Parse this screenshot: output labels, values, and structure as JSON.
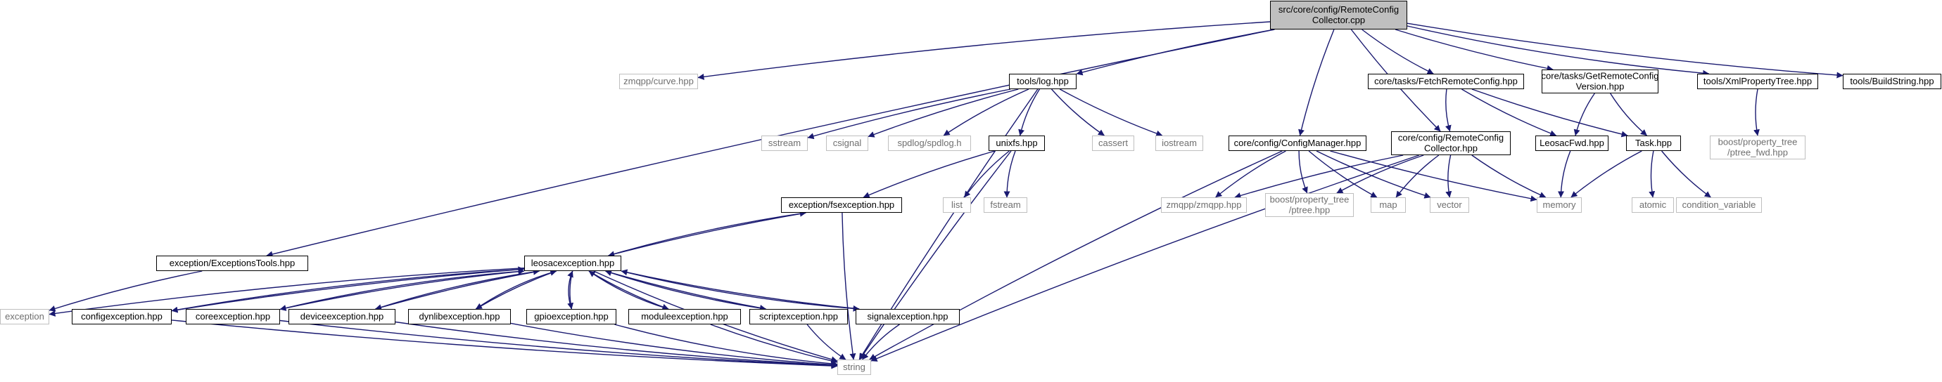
{
  "diagram": {
    "type": "include-dependency-graph",
    "colors": {
      "edge": "#191970",
      "root_fill": "#bfbfbf",
      "internal_border": "#000000",
      "external_border": "#bfbfbf",
      "external_text": "#6f6f6f"
    },
    "nodes": [
      {
        "id": "root",
        "lines": [
          "src/core/config/RemoteConfig",
          "Collector.cpp"
        ],
        "kind": "root"
      },
      {
        "id": "curve",
        "lines": [
          "zmqpp/curve.hpp"
        ],
        "kind": "external"
      },
      {
        "id": "ExceptionsTools",
        "lines": [
          "exception/ExceptionsTools.hpp"
        ],
        "kind": "internal"
      },
      {
        "id": "log",
        "lines": [
          "tools/log.hpp"
        ],
        "kind": "internal"
      },
      {
        "id": "ConfigManager",
        "lines": [
          "core/config/ConfigManager.hpp"
        ],
        "kind": "internal"
      },
      {
        "id": "RCCollectorHpp",
        "lines": [
          "core/config/RemoteConfig",
          "Collector.hpp"
        ],
        "kind": "internal"
      },
      {
        "id": "FetchRemoteConfig",
        "lines": [
          "core/tasks/FetchRemoteConfig.hpp"
        ],
        "kind": "internal"
      },
      {
        "id": "GetRemoteConfigVersion",
        "lines": [
          "core/tasks/GetRemoteConfig",
          "Version.hpp"
        ],
        "kind": "internal"
      },
      {
        "id": "XmlPropertyTree",
        "lines": [
          "tools/XmlPropertyTree.hpp"
        ],
        "kind": "internal"
      },
      {
        "id": "BuildString",
        "lines": [
          "tools/BuildString.hpp"
        ],
        "kind": "internal"
      },
      {
        "id": "ptree_fwd",
        "lines": [
          "boost/property_tree",
          "/ptree_fwd.hpp"
        ],
        "kind": "external"
      },
      {
        "id": "sstream",
        "lines": [
          "sstream"
        ],
        "kind": "external"
      },
      {
        "id": "csignal",
        "lines": [
          "csignal"
        ],
        "kind": "external"
      },
      {
        "id": "spdlog",
        "lines": [
          "spdlog/spdlog.h"
        ],
        "kind": "external"
      },
      {
        "id": "unixfs",
        "lines": [
          "unixfs.hpp"
        ],
        "kind": "internal"
      },
      {
        "id": "cassert",
        "lines": [
          "cassert"
        ],
        "kind": "external"
      },
      {
        "id": "iostream",
        "lines": [
          "iostream"
        ],
        "kind": "external"
      },
      {
        "id": "zmqpp",
        "lines": [
          "zmqpp/zmqpp.hpp"
        ],
        "kind": "external"
      },
      {
        "id": "ptree",
        "lines": [
          "boost/property_tree",
          "/ptree.hpp"
        ],
        "kind": "external"
      },
      {
        "id": "map",
        "lines": [
          "map"
        ],
        "kind": "external"
      },
      {
        "id": "vector",
        "lines": [
          "vector"
        ],
        "kind": "external"
      },
      {
        "id": "memory",
        "lines": [
          "memory"
        ],
        "kind": "external"
      },
      {
        "id": "LeosacFwd",
        "lines": [
          "LeosacFwd.hpp"
        ],
        "kind": "internal"
      },
      {
        "id": "Task",
        "lines": [
          "Task.hpp"
        ],
        "kind": "internal"
      },
      {
        "id": "atomic",
        "lines": [
          "atomic"
        ],
        "kind": "external"
      },
      {
        "id": "condition_variable",
        "lines": [
          "condition_variable"
        ],
        "kind": "external"
      },
      {
        "id": "list",
        "lines": [
          "list"
        ],
        "kind": "external"
      },
      {
        "id": "fstream",
        "lines": [
          "fstream"
        ],
        "kind": "external"
      },
      {
        "id": "fsexception",
        "lines": [
          "exception/fsexception.hpp"
        ],
        "kind": "internal"
      },
      {
        "id": "leosacexception",
        "lines": [
          "leosacexception.hpp"
        ],
        "kind": "internal"
      },
      {
        "id": "exception",
        "lines": [
          "exception"
        ],
        "kind": "external"
      },
      {
        "id": "configexception",
        "lines": [
          "configexception.hpp"
        ],
        "kind": "internal"
      },
      {
        "id": "coreexception",
        "lines": [
          "coreexception.hpp"
        ],
        "kind": "internal"
      },
      {
        "id": "deviceexception",
        "lines": [
          "deviceexception.hpp"
        ],
        "kind": "internal"
      },
      {
        "id": "dynlibexception",
        "lines": [
          "dynlibexception.hpp"
        ],
        "kind": "internal"
      },
      {
        "id": "gpioexception",
        "lines": [
          "gpioexception.hpp"
        ],
        "kind": "internal"
      },
      {
        "id": "moduleexception",
        "lines": [
          "moduleexception.hpp"
        ],
        "kind": "internal"
      },
      {
        "id": "scriptexception",
        "lines": [
          "scriptexception.hpp"
        ],
        "kind": "internal"
      },
      {
        "id": "signalexception",
        "lines": [
          "signalexception.hpp"
        ],
        "kind": "internal"
      },
      {
        "id": "string",
        "lines": [
          "string"
        ],
        "kind": "external"
      }
    ],
    "edges": [
      [
        "root",
        "curve"
      ],
      [
        "root",
        "ExceptionsTools"
      ],
      [
        "root",
        "log"
      ],
      [
        "root",
        "ConfigManager"
      ],
      [
        "root",
        "RCCollectorHpp"
      ],
      [
        "root",
        "FetchRemoteConfig"
      ],
      [
        "root",
        "GetRemoteConfigVersion"
      ],
      [
        "root",
        "XmlPropertyTree"
      ],
      [
        "root",
        "BuildString"
      ],
      [
        "XmlPropertyTree",
        "ptree_fwd"
      ],
      [
        "log",
        "sstream"
      ],
      [
        "log",
        "csignal"
      ],
      [
        "log",
        "spdlog"
      ],
      [
        "log",
        "unixfs"
      ],
      [
        "log",
        "cassert"
      ],
      [
        "log",
        "iostream"
      ],
      [
        "log",
        "string"
      ],
      [
        "unixfs",
        "list"
      ],
      [
        "unixfs",
        "fstream"
      ],
      [
        "unixfs",
        "fsexception"
      ],
      [
        "unixfs",
        "string"
      ],
      [
        "fsexception",
        "leosacexception"
      ],
      [
        "fsexception",
        "string"
      ],
      [
        "leosacexception",
        "fsexception"
      ],
      [
        "leosacexception",
        "exception"
      ],
      [
        "leosacexception",
        "string"
      ],
      [
        "leosacexception",
        "configexception"
      ],
      [
        "leosacexception",
        "coreexception"
      ],
      [
        "leosacexception",
        "deviceexception"
      ],
      [
        "leosacexception",
        "dynlibexception"
      ],
      [
        "leosacexception",
        "gpioexception"
      ],
      [
        "leosacexception",
        "moduleexception"
      ],
      [
        "leosacexception",
        "scriptexception"
      ],
      [
        "leosacexception",
        "signalexception"
      ],
      [
        "configexception",
        "leosacexception"
      ],
      [
        "coreexception",
        "leosacexception"
      ],
      [
        "deviceexception",
        "leosacexception"
      ],
      [
        "dynlibexception",
        "leosacexception"
      ],
      [
        "gpioexception",
        "leosacexception"
      ],
      [
        "moduleexception",
        "leosacexception"
      ],
      [
        "scriptexception",
        "leosacexception"
      ],
      [
        "signalexception",
        "leosacexception"
      ],
      [
        "configexception",
        "string"
      ],
      [
        "coreexception",
        "string"
      ],
      [
        "deviceexception",
        "string"
      ],
      [
        "dynlibexception",
        "string"
      ],
      [
        "gpioexception",
        "string"
      ],
      [
        "moduleexception",
        "string"
      ],
      [
        "scriptexception",
        "string"
      ],
      [
        "signalexception",
        "string"
      ],
      [
        "ExceptionsTools",
        "exception"
      ],
      [
        "ConfigManager",
        "zmqpp"
      ],
      [
        "ConfigManager",
        "ptree"
      ],
      [
        "ConfigManager",
        "map"
      ],
      [
        "ConfigManager",
        "vector"
      ],
      [
        "ConfigManager",
        "memory"
      ],
      [
        "ConfigManager",
        "string"
      ],
      [
        "RCCollectorHpp",
        "zmqpp"
      ],
      [
        "RCCollectorHpp",
        "ptree"
      ],
      [
        "RCCollectorHpp",
        "map"
      ],
      [
        "RCCollectorHpp",
        "vector"
      ],
      [
        "RCCollectorHpp",
        "memory"
      ],
      [
        "RCCollectorHpp",
        "string"
      ],
      [
        "FetchRemoteConfig",
        "RCCollectorHpp"
      ],
      [
        "FetchRemoteConfig",
        "LeosacFwd"
      ],
      [
        "FetchRemoteConfig",
        "Task"
      ],
      [
        "GetRemoteConfigVersion",
        "LeosacFwd"
      ],
      [
        "GetRemoteConfigVersion",
        "Task"
      ],
      [
        "LeosacFwd",
        "memory"
      ],
      [
        "Task",
        "memory"
      ],
      [
        "Task",
        "atomic"
      ],
      [
        "Task",
        "condition_variable"
      ]
    ]
  }
}
